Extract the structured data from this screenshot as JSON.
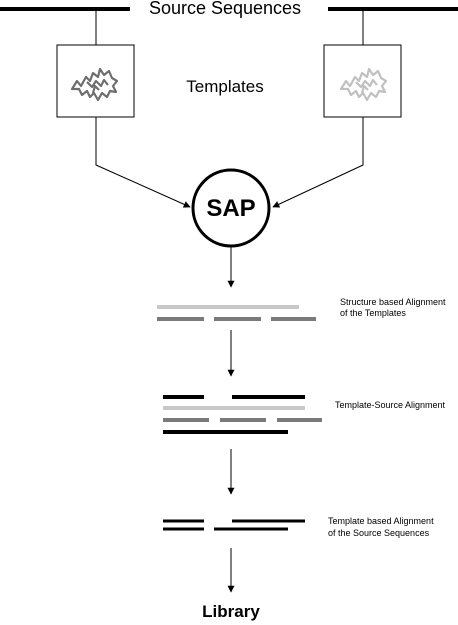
{
  "diagram": {
    "source_sequences": "Source Sequences",
    "templates": "Templates",
    "sap": "SAP",
    "structure_alignment": [
      "Structure based Alignment",
      "of the Templates"
    ],
    "template_source_alignment": "Template-Source Alignment",
    "template_based_alignment": [
      "Template based Alignment",
      "of the Source Sequences"
    ],
    "library": "Library"
  },
  "colors": {
    "black": "#000000",
    "dark_gray": "#7a7a7a",
    "light_gray": "#c8c8c8",
    "protein_left": "#6e6e6e",
    "protein_right": "#c0c0c0"
  },
  "icons": [
    "protein-structure-icon",
    "protein-structure-icon"
  ]
}
